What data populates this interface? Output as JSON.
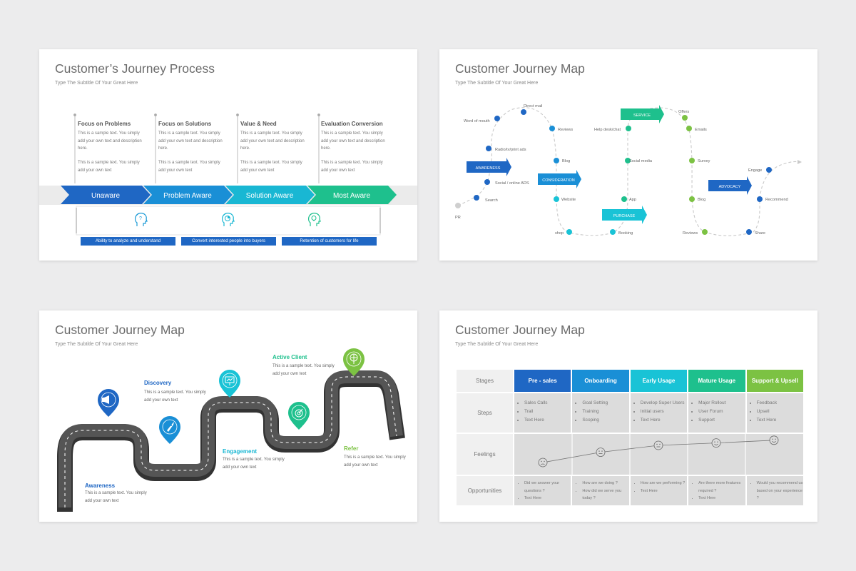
{
  "slide1": {
    "title": "Customer’s Journey Process",
    "subtitle": "Type The Subtitle Of Your Great Here",
    "columns": [
      {
        "heading": "Focus on Problems",
        "text1": "This is a sample text. You simply add your own text and description here.",
        "text2": "This is a sample text. You simply add your own text",
        "color": "#1f67c4"
      },
      {
        "heading": "Focus on Solutions",
        "text1": "This is a sample text. You simply add your own text and description here.",
        "text2": "This is a sample text. You simply add your own text",
        "color": "#1a8fd6"
      },
      {
        "heading": "Value & Need",
        "text1": "This is a sample text. You simply add your own text and description here.",
        "text2": "This is a sample text. You simply add your own text",
        "color": "#19b7d3"
      },
      {
        "heading": "Evaluation Conversion",
        "text1": "This is a sample text. You simply add your own text and description here.",
        "text2": "This is a sample text. You simply add your own text",
        "color": "#1ec08d"
      }
    ],
    "arrows": [
      {
        "label": "Unaware",
        "color": "#1f67c4"
      },
      {
        "label": "Problem Aware",
        "color": "#1a8fd6"
      },
      {
        "label": "Solution Aware",
        "color": "#19b7d3"
      },
      {
        "label": "Most Aware",
        "color": "#1ec08d"
      }
    ],
    "icons": [
      "head-question-icon",
      "head-chart-icon",
      "head-lightbulb-icon"
    ],
    "boxes": [
      "Ability to analyze and understand",
      "Convert interested people into buyers",
      "Retention of customers for life"
    ]
  },
  "slide2": {
    "title": "Customer Journey Map",
    "subtitle": "Type The Subtitle Of Your Great Here",
    "banners": [
      "AWARENESS",
      "CONSIDERATION",
      "SERVICE",
      "PURCHASE",
      "ADVOCACY"
    ],
    "nodes": [
      "PR",
      "Search",
      "Social / online ADS",
      "Radio/tv/print ads",
      "Word of mouth",
      "Direct mail",
      "Reviews",
      "Blog",
      "Website",
      "shop",
      "Booking",
      "App",
      "Social media",
      "Help desk/chat",
      "Offers",
      "Emails",
      "Survey",
      "Blog",
      "Reviews",
      "Share",
      "Recommend",
      "Engage"
    ]
  },
  "slide3": {
    "title": "Customer Journey Map",
    "subtitle": "Type The Subtitle Of Your Great Here",
    "stages": [
      {
        "label": "Awareness",
        "text": "This is a sample text. You simply add your own text",
        "color": "#1f67c4"
      },
      {
        "label": "Discovery",
        "text": "This is a sample text. You simply add your own text",
        "color": "#1f67c4"
      },
      {
        "label": "Engagement",
        "text": "This is a sample text. You simply add your own text",
        "color": "#19b7d3"
      },
      {
        "label": "Active Client",
        "text": "This is a sample text. You simply add your own text",
        "color": "#1ec08d"
      },
      {
        "label": "Refer",
        "text": "This is a sample text. You simply add your own text",
        "color": "#7cc243"
      }
    ],
    "pins": [
      {
        "icon": "megaphone-icon",
        "color": "#1f67c4"
      },
      {
        "icon": "rocket-icon",
        "color": "#1a8fd6"
      },
      {
        "icon": "presentation-icon",
        "color": "#19b7d3"
      },
      {
        "icon": "target-icon",
        "color": "#1ec08d"
      },
      {
        "icon": "brain-icon",
        "color": "#7cc243"
      }
    ]
  },
  "slide4": {
    "title": "Customer Journey Map",
    "subtitle": "Type The Subtitle Of Your Great Here",
    "row_labels": [
      "Stages",
      "Steps",
      "Feelings",
      "Opportunities"
    ],
    "stages": [
      {
        "label": "Pre - sales",
        "color": "#1f67c4"
      },
      {
        "label": "Onboarding",
        "color": "#1a8fd6"
      },
      {
        "label": "Early Usage",
        "color": "#19c3d6"
      },
      {
        "label": "Mature Usage",
        "color": "#1ec08d"
      },
      {
        "label": "Support & Upsell",
        "color": "#7cc243"
      }
    ],
    "steps": [
      [
        "Sales Calls",
        "Trail",
        "Text Here"
      ],
      [
        "Goal Setting",
        "Training",
        "Scoping"
      ],
      [
        "Develop Super Users",
        "Initial users",
        "Text Here"
      ],
      [
        "Major Rollout",
        "User Forum",
        "Support"
      ],
      [
        "Feedback",
        "Upsell",
        "Text Here"
      ]
    ],
    "feelings": [
      0.25,
      0.55,
      0.75,
      0.82,
      0.9
    ],
    "feeling_icons": [
      "sad-face-icon",
      "neutral-face-icon",
      "neutral-face-icon",
      "smile-face-icon",
      "happy-face-icon"
    ],
    "opportunities": [
      [
        "Did we answer your questions ?",
        "Text Here"
      ],
      [
        "How are we doing ?",
        "How did we serve you today ?"
      ],
      [
        "How are we performing ?",
        "Text Here"
      ],
      [
        "Are there more features required ?",
        "Text Here"
      ],
      [
        "Would you recommend us based on your experience ?"
      ]
    ]
  }
}
